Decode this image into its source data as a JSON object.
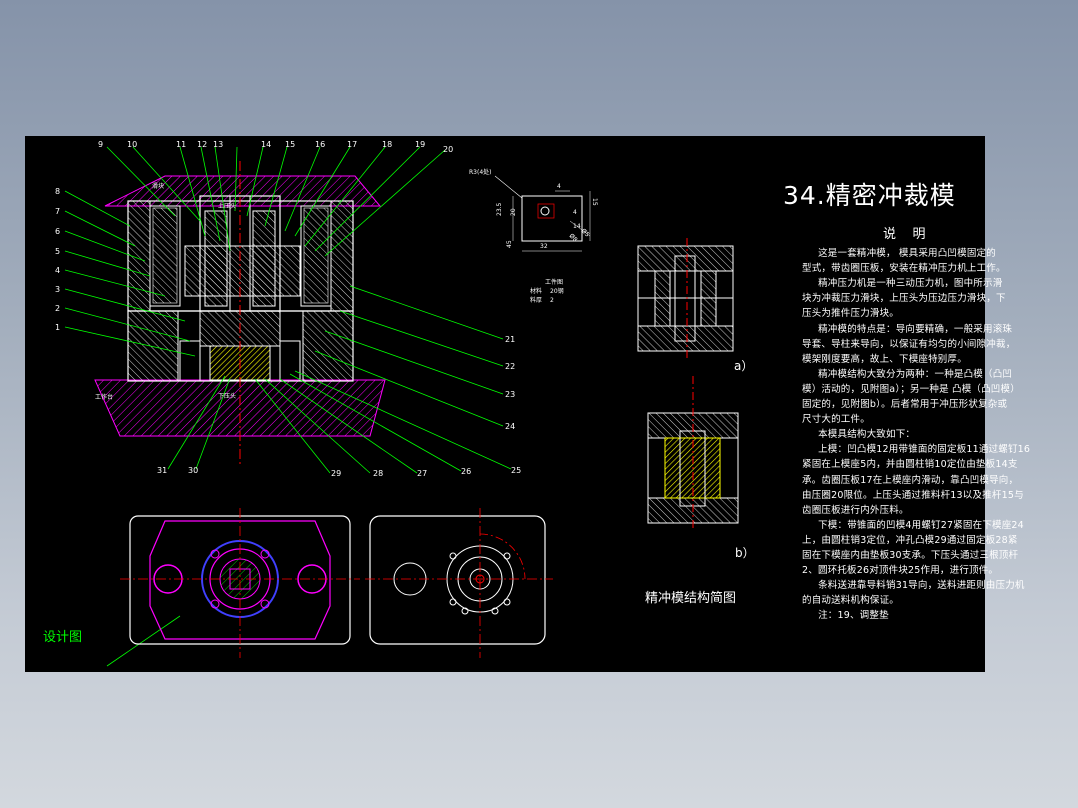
{
  "drawing": {
    "title": "34.精密冲裁模",
    "section_heading": "说    明",
    "description_lines": [
      "     这是一套精冲模， 模具采用凸凹模固定的",
      "型式，带齿圈压板，安装在精冲压力机上工作。",
      "     精冲压力机是一种三动压力机，图中所示滑",
      "块为冲裁压力滑块，上压头为压边压力滑块，下",
      "压头为推件压力滑块。",
      "     精冲模的特点是：导向要精确，一般采用滚珠",
      "导套、导柱来导向，以保证有均匀的小间隙冲裁，",
      "模架刚度要高，故上、下模座特别厚。",
      "     精冲模结构大致分为两种：一种是凸模（凸凹",
      "模）活动的，见附图a）；另一种是 凸模（凸凹模）",
      "固定的，见附图b）。后者常用于冲压形状复杂或",
      "尺寸大的工件。",
      "     本模具结构大致如下：",
      "     上模：凹凸模12用带锥面的固定板11通过螺钉16",
      "紧固在上模座5内，并由圆柱销10定位由垫板14支",
      "承。齿圈压板17在上模座内滑动，靠凸凹模导向，",
      "由压圈20限位。上压头通过推料杆13以及推杆15与",
      "齿圈压板进行内外压料。",
      "     下模：带锥面的凹模4用螺钉27紧固在下模座24",
      "上，由圆柱销3定位，冲孔凸模29通过固定板28紧",
      "固在下模座内由垫板30支承。下压头通过三根顶杆",
      "2、圆环托板26对顶件块25作用，进行顶件。",
      "     条料送进靠导料销31导向，送料进距则由压力机",
      "的自动送料机构保证。",
      "     注：19、调整垫"
    ],
    "figure_a_label": "a）",
    "figure_b_label": "b）",
    "simple_diagram_caption": "精冲模结构简图",
    "design_label": "设计图",
    "workpiece_note": {
      "title": "工件图",
      "material_key": "材料",
      "material_value": "20钢",
      "thickness_key": "料厚",
      "thickness_value": "2"
    },
    "detail_dims": {
      "radius": "R3(4处)",
      "d1": "4",
      "d2": "4",
      "d3": "15",
      "d4": "23.5",
      "d5": "20",
      "d6": "14",
      "d7": "32",
      "d8": "45",
      "d9": "Ø5",
      "d10": "Ø8"
    },
    "section_small_labels": {
      "upper_tag": "上压头",
      "lower_tag": "下压头",
      "upper_plate": "滑块",
      "lower_plate": "工作台"
    },
    "part_numbers_top": [
      "9",
      "10",
      "11",
      "12",
      "13",
      "14",
      "15",
      "16",
      "17",
      "18",
      "19",
      "20"
    ],
    "part_numbers_left": [
      "8",
      "7",
      "6",
      "5",
      "4",
      "3",
      "2",
      "1"
    ],
    "part_numbers_right": [
      "21",
      "22",
      "23",
      "24",
      "25"
    ],
    "part_numbers_bottom": [
      "31",
      "30",
      "29",
      "28",
      "27",
      "26"
    ],
    "colors": {
      "sheet": "#000000",
      "magenta": "#ff00ff",
      "green": "#00ff00",
      "red": "#ff0000",
      "yellow": "#ffff00",
      "blue": "#4040ff",
      "cyan": "#00ffff",
      "white": "#ffffff"
    }
  }
}
